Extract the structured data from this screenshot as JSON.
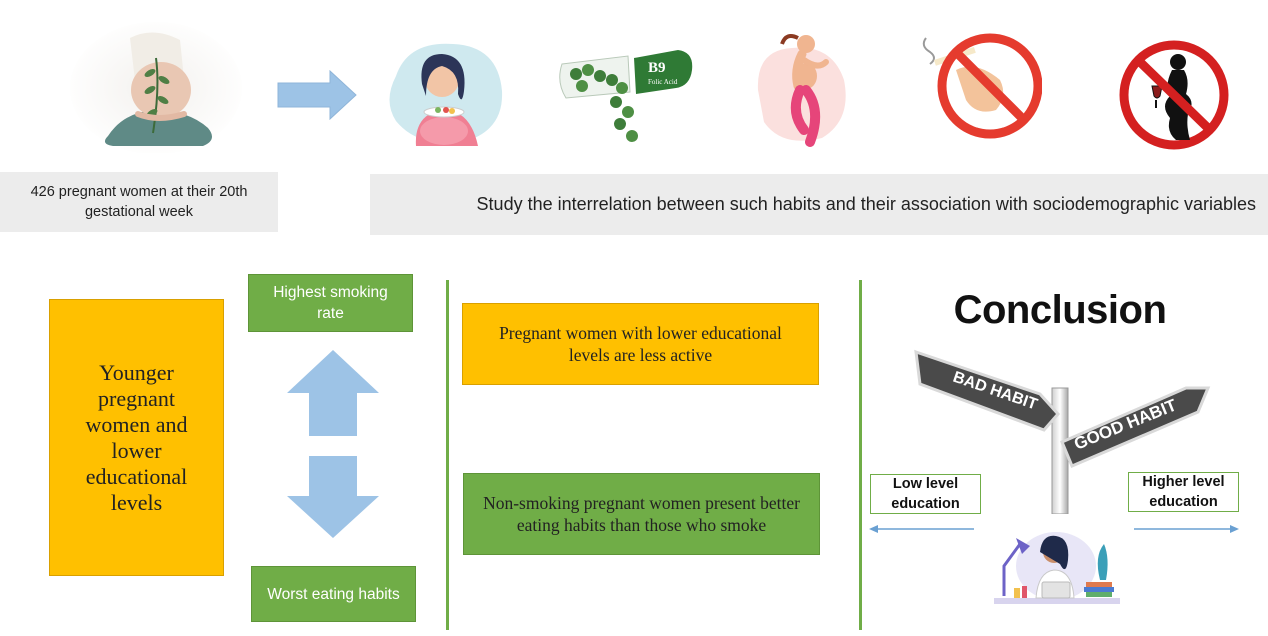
{
  "top": {
    "participants_text": "426 pregnant women at their 20th gestational week",
    "study_text": "Study the interrelation between such habits and their association with sociodemographic variables",
    "icons": [
      "pregnant-woman-icon",
      "arrow-right-icon",
      "eating-icon",
      "folic-acid-b9-icon",
      "exercise-icon",
      "no-smoking-icon",
      "no-alcohol-icon"
    ],
    "b9_label": "B9",
    "folic_label": "Folic Acid"
  },
  "left": {
    "group_text": "Younger pregnant women and lower educational levels",
    "highest_smoking": "Highest smoking rate",
    "worst_eating": "Worst eating habits"
  },
  "middle": {
    "finding_1": "Pregnant women with lower educational levels are less active",
    "finding_2": "Non-smoking pregnant women present better eating habits than those who smoke"
  },
  "right": {
    "conclusion_title": "Conclusion",
    "bad_habit": "BAD HABIT",
    "good_habit": "GOOD HABIT",
    "low_education": "Low level education",
    "higher_education": "Higher level education"
  },
  "colors": {
    "green": "#70ad47",
    "yellow": "#ffc000",
    "gray": "#ececec",
    "arrow_blue": "#9dc3e6"
  }
}
